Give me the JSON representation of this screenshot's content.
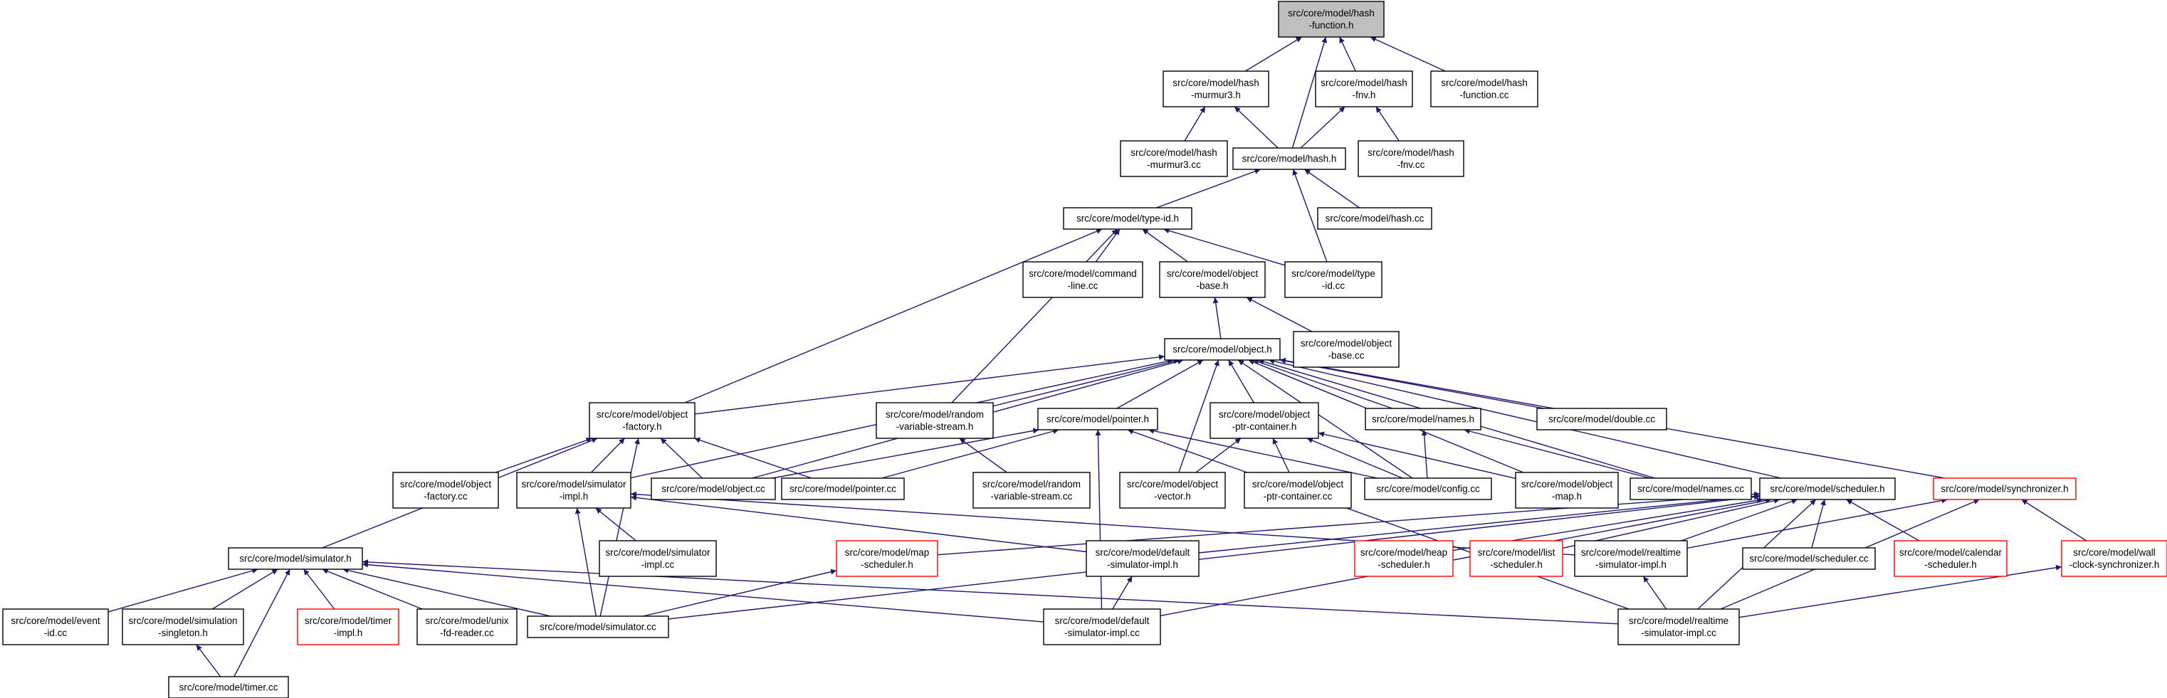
{
  "graph": {
    "nodes": [
      {
        "id": "hash_function_h",
        "lines": [
          "src/core/model/hash",
          "-function.h"
        ],
        "style": "root"
      },
      {
        "id": "hash_murmur3_h",
        "lines": [
          "src/core/model/hash",
          "-murmur3.h"
        ],
        "style": "normal"
      },
      {
        "id": "hash_fnv_h",
        "lines": [
          "src/core/model/hash",
          "-fnv.h"
        ],
        "style": "normal"
      },
      {
        "id": "hash_function_cc",
        "lines": [
          "src/core/model/hash",
          "-function.cc"
        ],
        "style": "normal"
      },
      {
        "id": "hash_murmur3_cc",
        "lines": [
          "src/core/model/hash",
          "-murmur3.cc"
        ],
        "style": "normal"
      },
      {
        "id": "hash_h",
        "lines": [
          "src/core/model/hash.h"
        ],
        "style": "normal"
      },
      {
        "id": "hash_fnv_cc",
        "lines": [
          "src/core/model/hash",
          "-fnv.cc"
        ],
        "style": "normal"
      },
      {
        "id": "hash_cc",
        "lines": [
          "src/core/model/hash.cc"
        ],
        "style": "normal"
      },
      {
        "id": "type_id_h",
        "lines": [
          "src/core/model/type-id.h"
        ],
        "style": "normal"
      },
      {
        "id": "command_line_cc",
        "lines": [
          "src/core/model/command",
          "-line.cc"
        ],
        "style": "normal"
      },
      {
        "id": "object_base_h",
        "lines": [
          "src/core/model/object",
          "-base.h"
        ],
        "style": "normal"
      },
      {
        "id": "type_id_cc",
        "lines": [
          "src/core/model/type",
          "-id.cc"
        ],
        "style": "normal"
      },
      {
        "id": "object_h",
        "lines": [
          "src/core/model/object.h"
        ],
        "style": "normal"
      },
      {
        "id": "object_base_cc",
        "lines": [
          "src/core/model/object",
          "-base.cc"
        ],
        "style": "normal"
      },
      {
        "id": "object_factory_h",
        "lines": [
          "src/core/model/object",
          "-factory.h"
        ],
        "style": "normal"
      },
      {
        "id": "random_variable_stream_h",
        "lines": [
          "src/core/model/random",
          "-variable-stream.h"
        ],
        "style": "normal"
      },
      {
        "id": "pointer_h",
        "lines": [
          "src/core/model/pointer.h"
        ],
        "style": "normal"
      },
      {
        "id": "object_ptr_container_h",
        "lines": [
          "src/core/model/object",
          "-ptr-container.h"
        ],
        "style": "normal"
      },
      {
        "id": "names_h",
        "lines": [
          "src/core/model/names.h"
        ],
        "style": "normal"
      },
      {
        "id": "double_cc",
        "lines": [
          "src/core/model/double.cc"
        ],
        "style": "normal"
      },
      {
        "id": "object_factory_cc",
        "lines": [
          "src/core/model/object",
          "-factory.cc"
        ],
        "style": "normal"
      },
      {
        "id": "simulator_impl_h",
        "lines": [
          "src/core/model/simulator",
          "-impl.h"
        ],
        "style": "normal"
      },
      {
        "id": "object_cc",
        "lines": [
          "src/core/model/object.cc"
        ],
        "style": "normal"
      },
      {
        "id": "pointer_cc",
        "lines": [
          "src/core/model/pointer.cc"
        ],
        "style": "normal"
      },
      {
        "id": "random_variable_stream_cc",
        "lines": [
          "src/core/model/random",
          "-variable-stream.cc"
        ],
        "style": "normal"
      },
      {
        "id": "object_vector_h",
        "lines": [
          "src/core/model/object",
          "-vector.h"
        ],
        "style": "normal"
      },
      {
        "id": "object_ptr_container_cc",
        "lines": [
          "src/core/model/object",
          "-ptr-container.cc"
        ],
        "style": "normal"
      },
      {
        "id": "config_cc",
        "lines": [
          "src/core/model/config.cc"
        ],
        "style": "normal"
      },
      {
        "id": "object_map_h",
        "lines": [
          "src/core/model/object",
          "-map.h"
        ],
        "style": "normal"
      },
      {
        "id": "names_cc",
        "lines": [
          "src/core/model/names.cc"
        ],
        "style": "normal"
      },
      {
        "id": "scheduler_h",
        "lines": [
          "src/core/model/scheduler.h"
        ],
        "style": "normal"
      },
      {
        "id": "synchronizer_h",
        "lines": [
          "src/core/model/synchronizer.h"
        ],
        "style": "red"
      },
      {
        "id": "simulator_h",
        "lines": [
          "src/core/model/simulator.h"
        ],
        "style": "normal"
      },
      {
        "id": "simulator_impl_cc",
        "lines": [
          "src/core/model/simulator",
          "-impl.cc"
        ],
        "style": "normal"
      },
      {
        "id": "map_scheduler_h",
        "lines": [
          "src/core/model/map",
          "-scheduler.h"
        ],
        "style": "red"
      },
      {
        "id": "default_simulator_impl_h",
        "lines": [
          "src/core/model/default",
          "-simulator-impl.h"
        ],
        "style": "normal"
      },
      {
        "id": "heap_scheduler_h",
        "lines": [
          "src/core/model/heap",
          "-scheduler.h"
        ],
        "style": "red"
      },
      {
        "id": "list_scheduler_h",
        "lines": [
          "src/core/model/list",
          "-scheduler.h"
        ],
        "style": "red"
      },
      {
        "id": "realtime_simulator_impl_h",
        "lines": [
          "src/core/model/realtime",
          "-simulator-impl.h"
        ],
        "style": "normal"
      },
      {
        "id": "scheduler_cc",
        "lines": [
          "src/core/model/scheduler.cc"
        ],
        "style": "normal"
      },
      {
        "id": "calendar_scheduler_h",
        "lines": [
          "src/core/model/calendar",
          "-scheduler.h"
        ],
        "style": "red"
      },
      {
        "id": "wall_clock_synchronizer_h",
        "lines": [
          "src/core/model/wall",
          "-clock-synchronizer.h"
        ],
        "style": "red"
      },
      {
        "id": "event_id_cc",
        "lines": [
          "src/core/model/event",
          "-id.cc"
        ],
        "style": "normal"
      },
      {
        "id": "simulation_singleton_h",
        "lines": [
          "src/core/model/simulation",
          "-singleton.h"
        ],
        "style": "normal"
      },
      {
        "id": "timer_impl_h",
        "lines": [
          "src/core/model/timer",
          "-impl.h"
        ],
        "style": "red"
      },
      {
        "id": "unix_fd_reader_cc",
        "lines": [
          "src/core/model/unix",
          "-fd-reader.cc"
        ],
        "style": "normal"
      },
      {
        "id": "simulator_cc",
        "lines": [
          "src/core/model/simulator.cc"
        ],
        "style": "normal"
      },
      {
        "id": "default_simulator_impl_cc",
        "lines": [
          "src/core/model/default",
          "-simulator-impl.cc"
        ],
        "style": "normal"
      },
      {
        "id": "realtime_simulator_impl_cc",
        "lines": [
          "src/core/model/realtime",
          "-simulator-impl.cc"
        ],
        "style": "normal"
      },
      {
        "id": "timer_cc",
        "lines": [
          "src/core/model/timer.cc"
        ],
        "style": "normal"
      }
    ],
    "edges": [
      [
        "hash_murmur3_h",
        "hash_function_h"
      ],
      [
        "hash_fnv_h",
        "hash_function_h"
      ],
      [
        "hash_function_cc",
        "hash_function_h"
      ],
      [
        "hash_h",
        "hash_function_h"
      ],
      [
        "hash_murmur3_cc",
        "hash_murmur3_h"
      ],
      [
        "hash_h",
        "hash_murmur3_h"
      ],
      [
        "hash_h",
        "hash_fnv_h"
      ],
      [
        "hash_fnv_cc",
        "hash_fnv_h"
      ],
      [
        "type_id_h",
        "hash_h"
      ],
      [
        "hash_cc",
        "hash_h"
      ],
      [
        "type_id_cc",
        "hash_h"
      ],
      [
        "command_line_cc",
        "type_id_h"
      ],
      [
        "object_base_h",
        "type_id_h"
      ],
      [
        "type_id_cc",
        "type_id_h"
      ],
      [
        "object_factory_h",
        "type_id_h"
      ],
      [
        "random_variable_stream_h",
        "type_id_h"
      ],
      [
        "object_h",
        "object_base_h"
      ],
      [
        "object_base_cc",
        "object_base_h"
      ],
      [
        "object_factory_h",
        "object_h"
      ],
      [
        "random_variable_stream_h",
        "object_h"
      ],
      [
        "pointer_h",
        "object_h"
      ],
      [
        "object_ptr_container_h",
        "object_h"
      ],
      [
        "names_h",
        "object_h"
      ],
      [
        "double_cc",
        "object_h"
      ],
      [
        "simulator_impl_h",
        "object_h"
      ],
      [
        "object_cc",
        "object_h"
      ],
      [
        "object_vector_h",
        "object_h"
      ],
      [
        "config_cc",
        "object_h"
      ],
      [
        "object_map_h",
        "object_h"
      ],
      [
        "names_cc",
        "object_h"
      ],
      [
        "scheduler_h",
        "object_h"
      ],
      [
        "synchronizer_h",
        "object_h"
      ],
      [
        "object_factory_cc",
        "object_factory_h"
      ],
      [
        "simulator_impl_h",
        "object_factory_h"
      ],
      [
        "object_cc",
        "object_factory_h"
      ],
      [
        "pointer_cc",
        "object_factory_h"
      ],
      [
        "simulator_h",
        "object_factory_h"
      ],
      [
        "simulator_cc",
        "object_factory_h"
      ],
      [
        "random_variable_stream_cc",
        "random_variable_stream_h"
      ],
      [
        "object_cc",
        "pointer_h"
      ],
      [
        "pointer_cc",
        "pointer_h"
      ],
      [
        "config_cc",
        "pointer_h"
      ],
      [
        "default_simulator_impl_cc",
        "pointer_h"
      ],
      [
        "realtime_simulator_impl_cc",
        "pointer_h"
      ],
      [
        "object_vector_h",
        "object_ptr_container_h"
      ],
      [
        "object_ptr_container_cc",
        "object_ptr_container_h"
      ],
      [
        "config_cc",
        "object_ptr_container_h"
      ],
      [
        "object_map_h",
        "object_ptr_container_h"
      ],
      [
        "config_cc",
        "names_h"
      ],
      [
        "names_cc",
        "names_h"
      ],
      [
        "simulator_impl_cc",
        "simulator_impl_h"
      ],
      [
        "default_simulator_impl_h",
        "simulator_impl_h"
      ],
      [
        "realtime_simulator_impl_h",
        "simulator_impl_h"
      ],
      [
        "simulator_cc",
        "simulator_impl_h"
      ],
      [
        "map_scheduler_h",
        "scheduler_h"
      ],
      [
        "default_simulator_impl_h",
        "scheduler_h"
      ],
      [
        "heap_scheduler_h",
        "scheduler_h"
      ],
      [
        "list_scheduler_h",
        "scheduler_h"
      ],
      [
        "realtime_simulator_impl_h",
        "scheduler_h"
      ],
      [
        "scheduler_cc",
        "scheduler_h"
      ],
      [
        "calendar_scheduler_h",
        "scheduler_h"
      ],
      [
        "simulator_cc",
        "scheduler_h"
      ],
      [
        "default_simulator_impl_cc",
        "scheduler_h"
      ],
      [
        "realtime_simulator_impl_cc",
        "scheduler_h"
      ],
      [
        "wall_clock_synchronizer_h",
        "synchronizer_h"
      ],
      [
        "realtime_simulator_impl_h",
        "synchronizer_h"
      ],
      [
        "realtime_simulator_impl_cc",
        "synchronizer_h"
      ],
      [
        "simulator_cc",
        "map_scheduler_h"
      ],
      [
        "default_simulator_impl_cc",
        "default_simulator_impl_h"
      ],
      [
        "realtime_simulator_impl_cc",
        "realtime_simulator_impl_h"
      ],
      [
        "realtime_simulator_impl_cc",
        "wall_clock_synchronizer_h"
      ],
      [
        "event_id_cc",
        "simulator_h"
      ],
      [
        "simulation_singleton_h",
        "simulator_h"
      ],
      [
        "timer_impl_h",
        "simulator_h"
      ],
      [
        "unix_fd_reader_cc",
        "simulator_h"
      ],
      [
        "simulator_cc",
        "simulator_h"
      ],
      [
        "timer_cc",
        "simulator_h"
      ],
      [
        "default_simulator_impl_cc",
        "simulator_h"
      ],
      [
        "realtime_simulator_impl_cc",
        "simulator_h"
      ],
      [
        "timer_cc",
        "simulation_singleton_h"
      ]
    ]
  }
}
